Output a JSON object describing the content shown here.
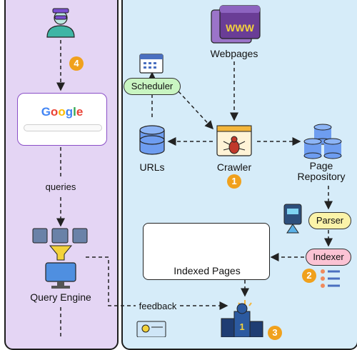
{
  "nodes": {
    "webpages": "Webpages",
    "scheduler": "Scheduler",
    "urls": "URLs",
    "crawler": "Crawler",
    "page_repository": "Page\nRepository",
    "parser": "Parser",
    "indexer": "Indexer",
    "indexed_pages": "Indexed Pages",
    "query_engine": "Query Engine",
    "www_icon_text": "WWW"
  },
  "edges": {
    "queries": "queries",
    "feedback": "feedback"
  },
  "search_box": {
    "logo_letters": [
      "G",
      "o",
      "o",
      "g",
      "l",
      "e"
    ],
    "logo_colors": [
      "#4285F4",
      "#EA4335",
      "#FBBC05",
      "#4285F4",
      "#34A853",
      "#EA4335"
    ]
  },
  "badges": {
    "crawler_step": "1",
    "indexer_step": "2",
    "ranking_step": "3",
    "user_step": "4",
    "podium_first": "1"
  },
  "colors": {
    "left_panel": "#e4d5f4",
    "right_panel": "#d6ecf9",
    "badge": "#f0a11d",
    "scheduler_pill": "#c9f5c2",
    "parser_pill": "#fbf3a9",
    "indexer_pill": "#fbc3d4",
    "database": "#6e9df0",
    "www_icon": "#6a3d96"
  }
}
